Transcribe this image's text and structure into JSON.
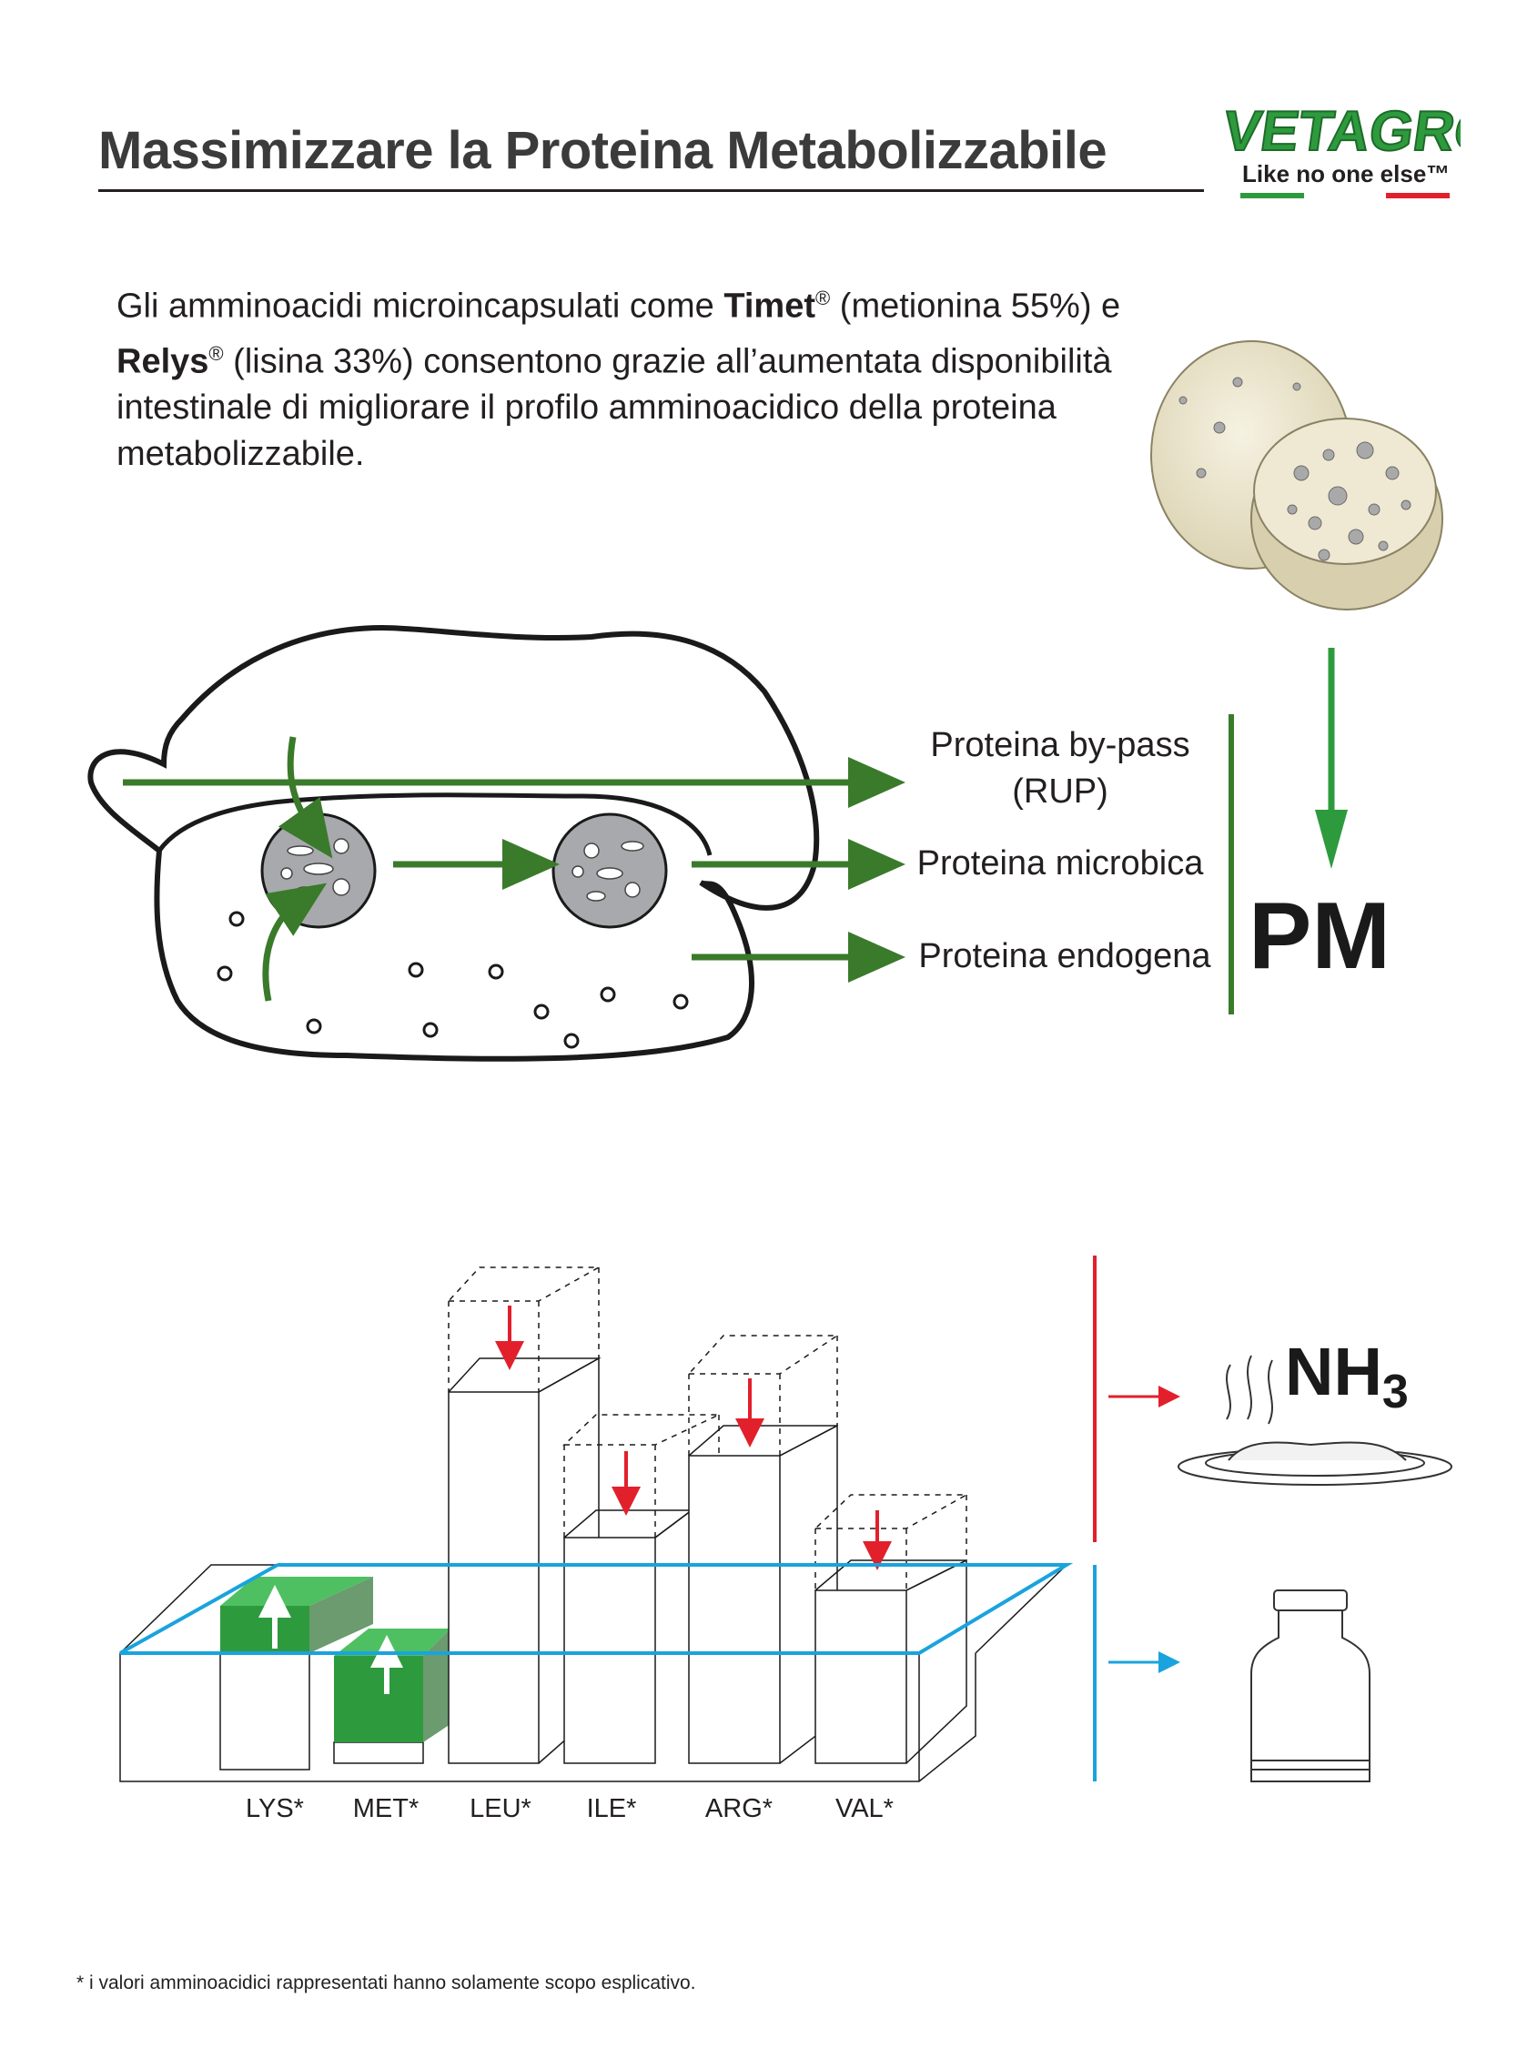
{
  "header": {
    "title": "Massimizzare la Proteina Metabolizzabile",
    "logo_text": "VETAGRO",
    "logo_tagline": "Like no one else™"
  },
  "intro": {
    "part1": "Gli amminoacidi microincapsulati come ",
    "timet": "Timet",
    "reg": "®",
    "part2": " (metionina 55%) e ",
    "relys": "Relys",
    "part3": " (lisina 33%) consentono grazie all’aumentata disponibilità intestinale di migliorare il profilo amminoacidico della proteina metabolizzabile."
  },
  "rumen_diagram": {
    "rup_line1": "Proteina by-pass",
    "rup_line2": "(RUP)",
    "microbial": "Proteina microbica",
    "endogenous": "Proteina endogena",
    "result": "PM"
  },
  "bar_diagram": {
    "categories": [
      "LYS*",
      "MET*",
      "LEU*",
      "ILE*",
      "ARG*",
      "VAL*"
    ],
    "nh3": "NH",
    "nh3_sub": "3"
  },
  "colors": {
    "green": "#2e9a3e",
    "green_light": "#3db553",
    "blue": "#1aa3dd",
    "red": "#e2202b",
    "dark_green_line": "#3a7a2b"
  },
  "footnote": "* i valori amminoacidici rappresentati hanno solamente scopo esplicativo."
}
